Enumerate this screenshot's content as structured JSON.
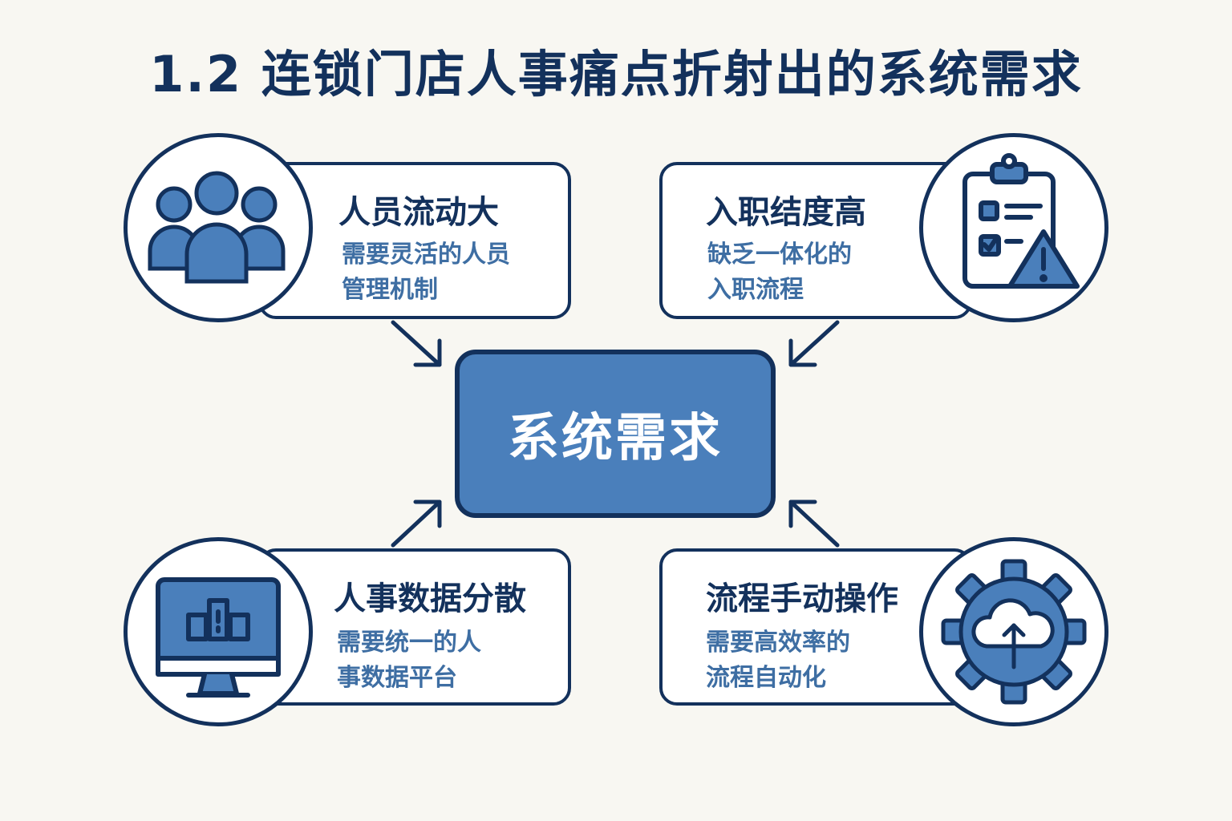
{
  "title": "1.2 连锁门店人事痛点折射出的系统需求",
  "center": {
    "label": "系统需求"
  },
  "cards": [
    {
      "heading": "人员流动大",
      "desc_lines": [
        "需要灵活的人员",
        "管理机制"
      ],
      "icon": "people-group-icon"
    },
    {
      "heading": "入职结度高",
      "desc_lines": [
        "缺乏一体化的",
        "入职流程"
      ],
      "icon": "clipboard-warning-icon"
    },
    {
      "heading": "人事数据分散",
      "desc_lines": [
        "需要统一的人",
        "事数据平台"
      ],
      "icon": "monitor-chart-icon"
    },
    {
      "heading": "流程手动操作",
      "desc_lines": [
        "需要高效率的",
        "流程自动化"
      ],
      "icon": "gear-cloud-upload-icon"
    }
  ],
  "colors": {
    "navy": "#13315c",
    "accent": "#4a7fbb",
    "desc": "#3e6ea3",
    "background": "#f8f7f2"
  }
}
